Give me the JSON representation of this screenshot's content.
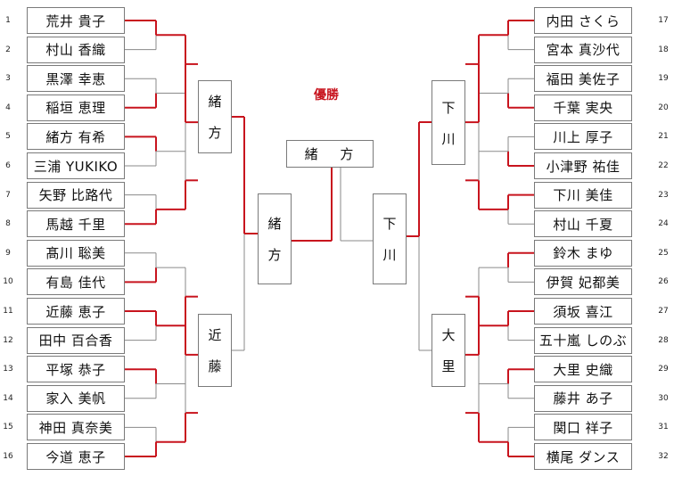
{
  "title": "優勝",
  "champion": "緒 方",
  "left_players": [
    {
      "seed": "1",
      "name": "荒井 貴子"
    },
    {
      "seed": "2",
      "name": "村山 香織"
    },
    {
      "seed": "3",
      "name": "黒澤 幸恵"
    },
    {
      "seed": "4",
      "name": "稲垣 恵理"
    },
    {
      "seed": "5",
      "name": "緒方 有希"
    },
    {
      "seed": "6",
      "name": "三浦 YUKIKO"
    },
    {
      "seed": "7",
      "name": "矢野 比路代"
    },
    {
      "seed": "8",
      "name": "馬越 千里"
    },
    {
      "seed": "9",
      "name": "髙川 聡美"
    },
    {
      "seed": "10",
      "name": "有島 佳代"
    },
    {
      "seed": "11",
      "name": "近藤 恵子"
    },
    {
      "seed": "12",
      "name": "田中 百合香"
    },
    {
      "seed": "13",
      "name": "平塚 恭子"
    },
    {
      "seed": "14",
      "name": "家入 美帆"
    },
    {
      "seed": "15",
      "name": "神田 真奈美"
    },
    {
      "seed": "16",
      "name": "今道 恵子"
    }
  ],
  "right_players": [
    {
      "seed": "17",
      "name": "内田 さくら"
    },
    {
      "seed": "18",
      "name": "宮本 真沙代"
    },
    {
      "seed": "19",
      "name": "福田 美佐子"
    },
    {
      "seed": "20",
      "name": "千葉 実央"
    },
    {
      "seed": "21",
      "name": "川上 厚子"
    },
    {
      "seed": "22",
      "name": "小津野 祐佳"
    },
    {
      "seed": "23",
      "name": "下川 美佳"
    },
    {
      "seed": "24",
      "name": "村山 千夏"
    },
    {
      "seed": "25",
      "name": "鈴木 まゆ"
    },
    {
      "seed": "26",
      "name": "伊賀 妃都美"
    },
    {
      "seed": "27",
      "name": "須坂 喜江"
    },
    {
      "seed": "28",
      "name": "五十嵐 しのぶ"
    },
    {
      "seed": "29",
      "name": "大里 史織"
    },
    {
      "seed": "30",
      "name": "藤井 あ子"
    },
    {
      "seed": "31",
      "name": "関口 祥子"
    },
    {
      "seed": "32",
      "name": "横尾 ダンス"
    }
  ],
  "quarter_final_winners": {
    "left_top": [
      "緒",
      "方"
    ],
    "left_bottom": [
      "近",
      "藤"
    ],
    "right_top": [
      "下",
      "川"
    ],
    "right_bottom": [
      "大",
      "里"
    ]
  },
  "semi_final_winners": {
    "left": [
      "緒",
      "方"
    ],
    "right": [
      "下",
      "川"
    ]
  },
  "colors": {
    "win_line": "#c8141e",
    "line": "#8a8a8a",
    "border": "#7a7a7a",
    "title": "#c8141e"
  },
  "winner_paths": {
    "left_r1": [
      0,
      3,
      4,
      7,
      9,
      10,
      12,
      15
    ],
    "left_r2": [
      0,
      1,
      2,
      3
    ],
    "left_r3": [
      0,
      0
    ],
    "right_r1": [
      0,
      3,
      5,
      6,
      8,
      10,
      12,
      15
    ],
    "right_r2": [
      0,
      1,
      2,
      3
    ],
    "right_r3": [
      0,
      0
    ]
  }
}
